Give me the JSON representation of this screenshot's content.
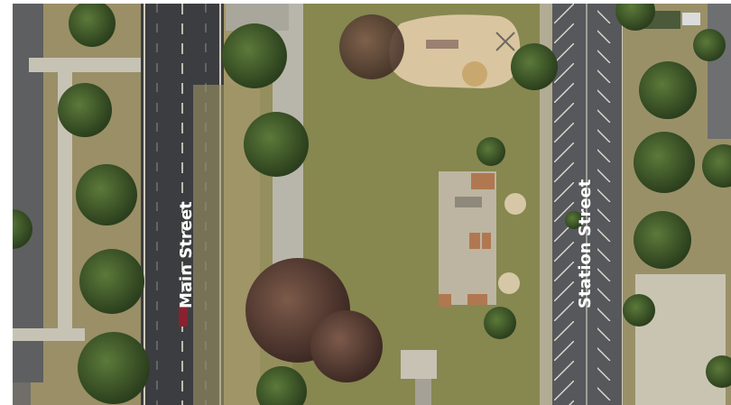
{
  "map": {
    "type": "aerial-photo",
    "labels": {
      "main_street": "Main Street",
      "station_street": "Station Street"
    },
    "colors": {
      "grass": "#8e8a4c",
      "dry_grass": "#a79a6c",
      "road": "#3c3d3f",
      "lane_marking": "#e8e4d6",
      "parking_lot": "#58595b",
      "sand": "#d8c29c",
      "tree": "#3f5a2a",
      "tree_dark": "#2c3f1c",
      "tree_dead": "#6b4a3c",
      "path": "#c4c0b0",
      "label_text": "#ffffff"
    }
  }
}
